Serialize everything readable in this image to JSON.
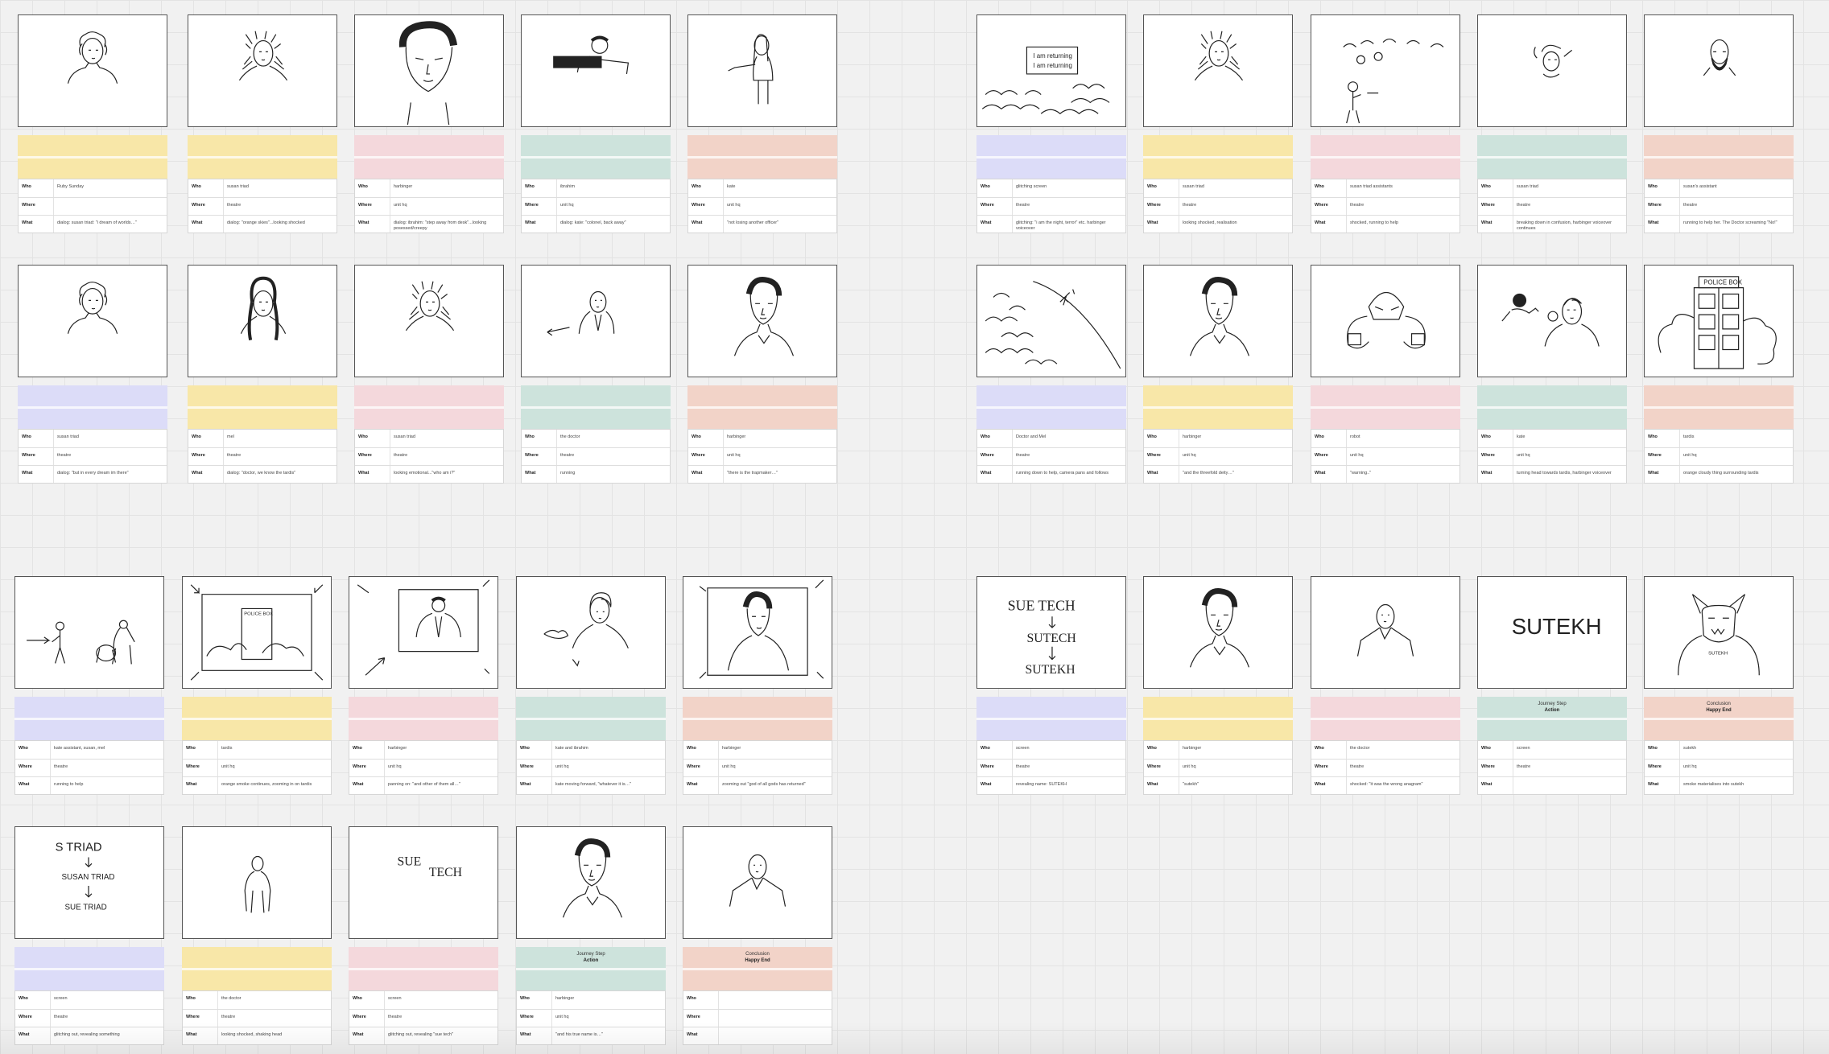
{
  "palette": {
    "purple": "#dcdcf8",
    "yellow": "#f8e7a8",
    "pink": "#f4d8dc",
    "green": "#cde3dc",
    "peach": "#f2d3c8"
  },
  "row_labels": {
    "who": "Who",
    "where": "Where",
    "what": "What"
  },
  "cards": [
    {
      "sketch": "person-curly-hair",
      "band": "yellow",
      "who": "Ruby Sunday",
      "where": "",
      "what": "dialog: susan triad: \"i dream of worlds…\""
    },
    {
      "sketch": "person-messy-hair",
      "band": "yellow",
      "who": "susan triad",
      "where": "theatre",
      "what": "dialog: \"orange skies\"...looking shocked"
    },
    {
      "sketch": "man-dark-hair",
      "band": "pink",
      "who": "harbinger",
      "where": "unit hq",
      "what": "dialog: ibrahim: \"step away from desk\"...looking posessed/creepy"
    },
    {
      "sketch": "soldier-gun",
      "band": "green",
      "who": "ibrahim",
      "where": "unit hq",
      "what": "dialog: kate: \"colonel, back away\""
    },
    {
      "sketch": "woman-pointing",
      "band": "peach",
      "who": "kate",
      "where": "unit hq",
      "what": "\"not losing another officer\""
    },
    {
      "sketch": "person-curly-hair",
      "band": "purple",
      "who": "susan triad",
      "where": "theatre",
      "what": "dialog: \"but in every dream im there\""
    },
    {
      "sketch": "person-long-hair",
      "band": "yellow",
      "who": "mel",
      "where": "theatre",
      "what": "dialog: \"doctor, we know the tardis\""
    },
    {
      "sketch": "person-messy-hair",
      "band": "pink",
      "who": "susan triad",
      "where": "theatre",
      "what": "looking emotional...\"who am i?\""
    },
    {
      "sketch": "doctor-running",
      "band": "green",
      "who": "the doctor",
      "where": "theatre",
      "what": "running"
    },
    {
      "sketch": "man-portrait",
      "band": "peach",
      "who": "harbinger",
      "where": "unit hq",
      "what": "\"there is the trapmaker…\""
    },
    {
      "sketch": "pointing-figures",
      "band": "purple",
      "who": "kate assistant, susan, mel",
      "where": "theatre",
      "what": "running to help"
    },
    {
      "sketch": "tardis-smoke-zoom",
      "band": "yellow",
      "who": "tardis",
      "where": "unit hq",
      "what": "orange smoke continues, zooming in on tardis"
    },
    {
      "sketch": "man-screen-zoom",
      "band": "pink",
      "who": "harbinger",
      "where": "unit hq",
      "what": "panning on: \"and other of them all…\""
    },
    {
      "sketch": "woman-gesture",
      "band": "green",
      "who": "kate and ibrahim",
      "where": "unit hq",
      "what": "kate moving forward, \"whatever it is…\""
    },
    {
      "sketch": "man-screen-zoomout",
      "band": "peach",
      "who": "harbinger",
      "where": "unit hq",
      "what": "zooming out \"god of all gods has returned\""
    },
    {
      "sketch": "text-s-triad",
      "band": "purple",
      "who": "screen",
      "where": "theatre",
      "what": "glitching out, revealing something"
    },
    {
      "sketch": "standing-figure",
      "band": "yellow",
      "who": "the doctor",
      "where": "theatre",
      "what": "looking shocked, shaking head"
    },
    {
      "sketch": "text-sue-tech",
      "band": "pink",
      "who": "screen",
      "where": "theatre",
      "what": "glitching out, revealing \"sue tech\""
    },
    {
      "sketch": "man-portrait",
      "band": "green",
      "label1": "Journey Step",
      "label2": "Action",
      "who": "harbinger",
      "where": "unit hq",
      "what": "\"and his true name is…\""
    },
    {
      "sketch": "doctor-portrait",
      "band": "peach",
      "label1": "Conclusion",
      "label2": "Happy End",
      "who": "",
      "where": "",
      "what": ""
    },
    {
      "sketch": "audience-screen",
      "band": "purple",
      "who": "glitching screen",
      "where": "theatre",
      "what": "glitching: \"i am the night, terror\" etc. harbinger voiceover"
    },
    {
      "sketch": "person-messy-hair",
      "band": "yellow",
      "who": "susan triad",
      "where": "theatre",
      "what": "looking shocked, realisation"
    },
    {
      "sketch": "audience-rush",
      "band": "pink",
      "who": "susan triad assistants",
      "where": "theatre",
      "what": "shocked, running to help"
    },
    {
      "sketch": "collapse-figure",
      "band": "green",
      "who": "susan triad",
      "where": "theatre",
      "what": "breaking down in confusion, harbinger voiceover continues"
    },
    {
      "sketch": "bearded-man",
      "band": "peach",
      "who": "susan's assistant",
      "where": "theatre",
      "what": "running to help her. The Doctor screaming \"No!\""
    },
    {
      "sketch": "crowd-diagonal",
      "band": "purple",
      "who": "Doctor and Mel",
      "where": "theatre",
      "what": "running down to help, camera pans and follows"
    },
    {
      "sketch": "man-portrait",
      "band": "yellow",
      "who": "harbinger",
      "where": "unit hq",
      "what": "\"and the threefold deity…\""
    },
    {
      "sketch": "robot",
      "band": "pink",
      "who": "robot",
      "where": "unit hq",
      "what": "\"warning..\""
    },
    {
      "sketch": "kate-turning",
      "band": "green",
      "who": "kate",
      "where": "unit hq",
      "what": "turning head towards tardis, harbinger voiceover"
    },
    {
      "sketch": "police-box",
      "band": "peach",
      "who": "tardis",
      "where": "unit hq",
      "what": "orange cloudy thing surrounding tardis"
    },
    {
      "sketch": "text-sutekh-arrows",
      "band": "purple",
      "who": "screen",
      "where": "theatre",
      "what": "revealing name: SUTEKH"
    },
    {
      "sketch": "man-portrait",
      "band": "yellow",
      "who": "harbinger",
      "where": "unit hq",
      "what": "\"sutekh\""
    },
    {
      "sketch": "doctor-portrait",
      "band": "pink",
      "who": "the doctor",
      "where": "theatre",
      "what": "shocked: \"it was the wrong anagram\""
    },
    {
      "sketch": "text-sutekh",
      "band": "green",
      "label1": "Journey Step",
      "label2": "Action",
      "who": "screen",
      "where": "theatre",
      "what": ""
    },
    {
      "sketch": "sutekh-god",
      "band": "peach",
      "label1": "Conclusion",
      "label2": "Happy End",
      "who": "sutekh",
      "where": "unit hq",
      "what": "smoke materialises into sutekh"
    }
  ],
  "sketch_text": {
    "audience_sign_1": "I am returning",
    "audience_sign_2": "I am returning",
    "police_box": "POLICE BOX",
    "police_box_small": "POLICE BOX",
    "s_triad_1": "S TRIAD",
    "s_triad_2": "SUSAN TRIAD",
    "s_triad_3": "SUE TRIAD",
    "sue_tech_a": "SUE",
    "sue_tech_b": "TECH",
    "sutekh_1": "SUE TECH",
    "sutekh_2": "SUTECH",
    "sutekh_3": "SUTEKH",
    "sutekh_big": "SUTEKH",
    "sutekh_chest": "SUTEKH"
  }
}
